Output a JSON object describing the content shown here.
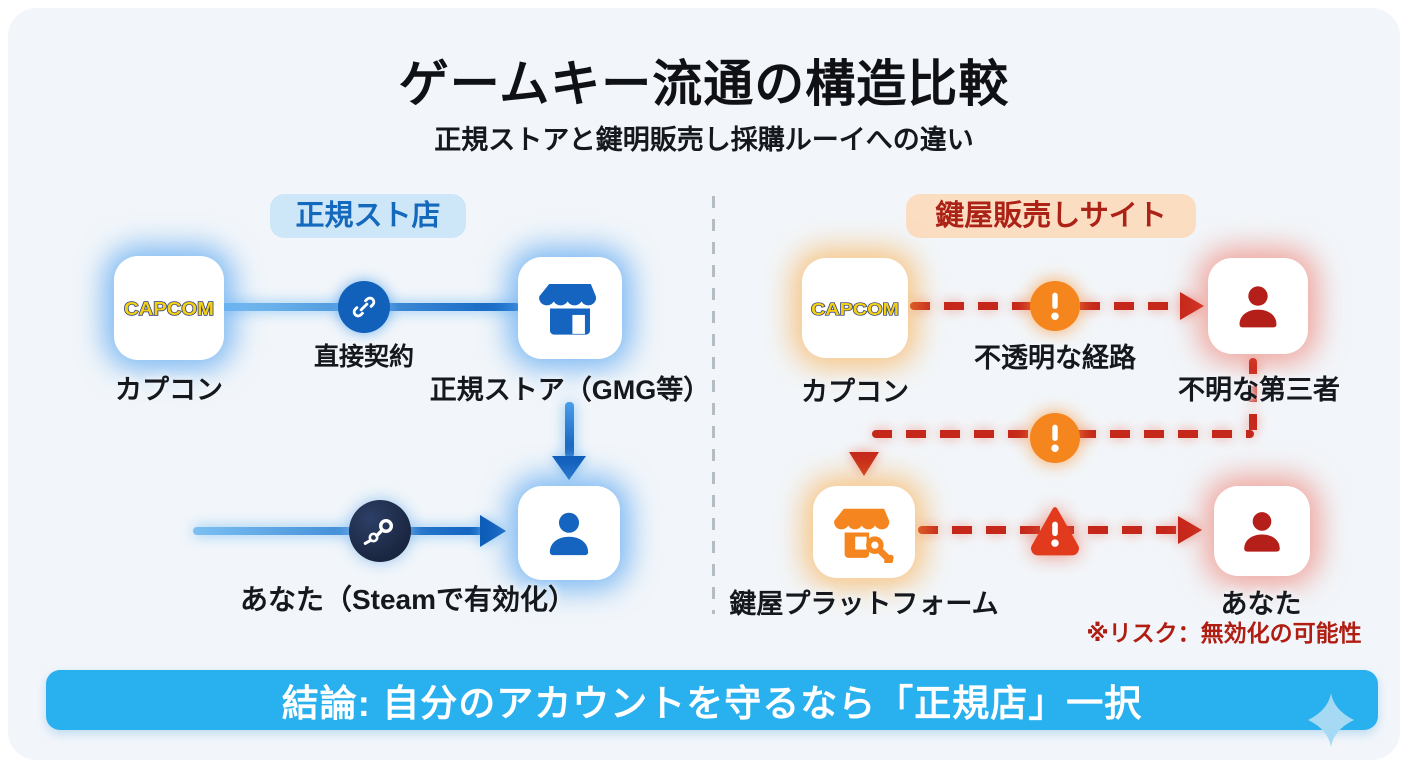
{
  "header": {
    "title": "ゲームキー流通の構造比較",
    "subtitle": "正規ストアと鍵明販売し採購ルーイへの違い"
  },
  "official": {
    "badge": "正規スト店",
    "capcom_logo": "CAPCOM",
    "capcom_label": "カプコン",
    "contract_label": "直接契約",
    "store_label": "正規ストア（GMG等）",
    "user_label": "あなた（Steamで有効化）"
  },
  "keyshop": {
    "badge": "鍵屋販売しサイト",
    "capcom_logo": "CAPCOM",
    "capcom_label": "カプコン",
    "route_label": "不透明な経路",
    "third_party_label": "不明な第三者",
    "platform_label": "鍵屋プラットフォーム",
    "user_label": "あなた",
    "risk_note": "※リスク：無効化の可能性"
  },
  "conclusion": {
    "text": "結論: 自分のアカウントを守るなら「正規店」一択"
  },
  "colors": {
    "official_accent": "#1565c0",
    "keyshop_red": "#c5271a",
    "dark_red_icon": "#b51f1a",
    "warning_orange": "#f5851d",
    "banner_blue": "#29b0ee",
    "risk_text": "#b01d12",
    "badge_official_bg": "#cde7f8",
    "badge_keyshop_bg": "#fbddc2"
  }
}
